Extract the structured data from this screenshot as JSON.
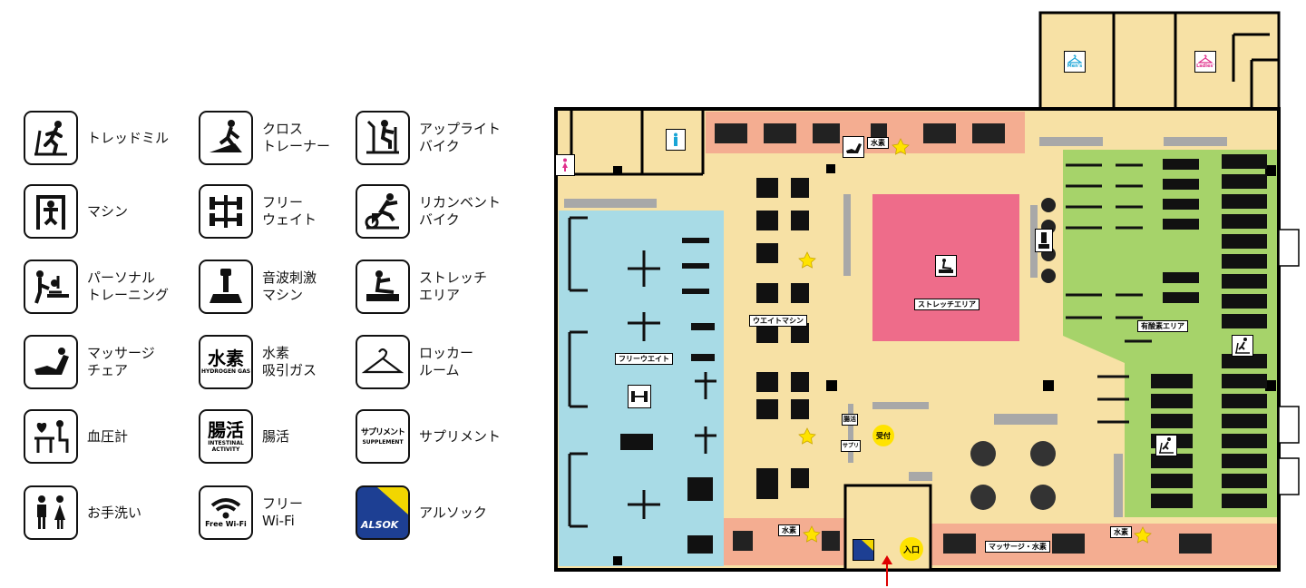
{
  "legend": {
    "treadmill": "トレッドミル",
    "cross_trainer": "クロス\nトレーナー",
    "upright_bike": "アップライト\nバイク",
    "machine": "マシン",
    "free_weight": "フリー\nウェイト",
    "recumbent_bike": "リカンベント\nバイク",
    "personal_training": "パーソナル\nトレーニング",
    "vibration_machine": "音波刺激\nマシン",
    "stretch": "ストレッチ\nエリア",
    "massage_chair": "マッサージ\nチェア",
    "hydrogen_gas": "水素\n吸引ガス",
    "locker_room": "ロッカー\nルーム",
    "blood_pressure": "血圧計",
    "intestinal": "腸活",
    "supplement": "サプリメント",
    "restroom": "お手洗い",
    "free_wifi": "フリー\nWi-Fi",
    "alsok": "アルソック"
  },
  "icons": {
    "hydrogen_main": "水素",
    "hydrogen_sub": "HYDROGEN GAS",
    "intestinal_main": "腸活",
    "intestinal_sub": "INTESTINAL\nACTIVITY",
    "supplement_main": "サプリメント",
    "supplement_sub": "SUPPLEMENT",
    "wifi_sub": "Free Wi-Fi",
    "alsok_text": "ALSOK"
  },
  "map": {
    "free_weight_area": "フリーウエイト",
    "weight_machine_area": "ウエイトマシン",
    "stretch_area": "ストレッチエリア",
    "aerobic_area": "有酸素エリア",
    "reception": "受付",
    "entrance": "入口",
    "massage_hydrogen": "マッサージ・水素",
    "hydrogen": "水素",
    "mens": "Men's",
    "ladies": "Ladies'",
    "intestinal": "腸活",
    "supplement": "サプリ"
  },
  "colors": {
    "free_weight": "#a8dbe6",
    "floor": "#f7e1a5",
    "stretch": "#ee6c8a",
    "aerobic": "#a6d36a",
    "massage": "#f4ad91",
    "star": "#ffe300"
  }
}
